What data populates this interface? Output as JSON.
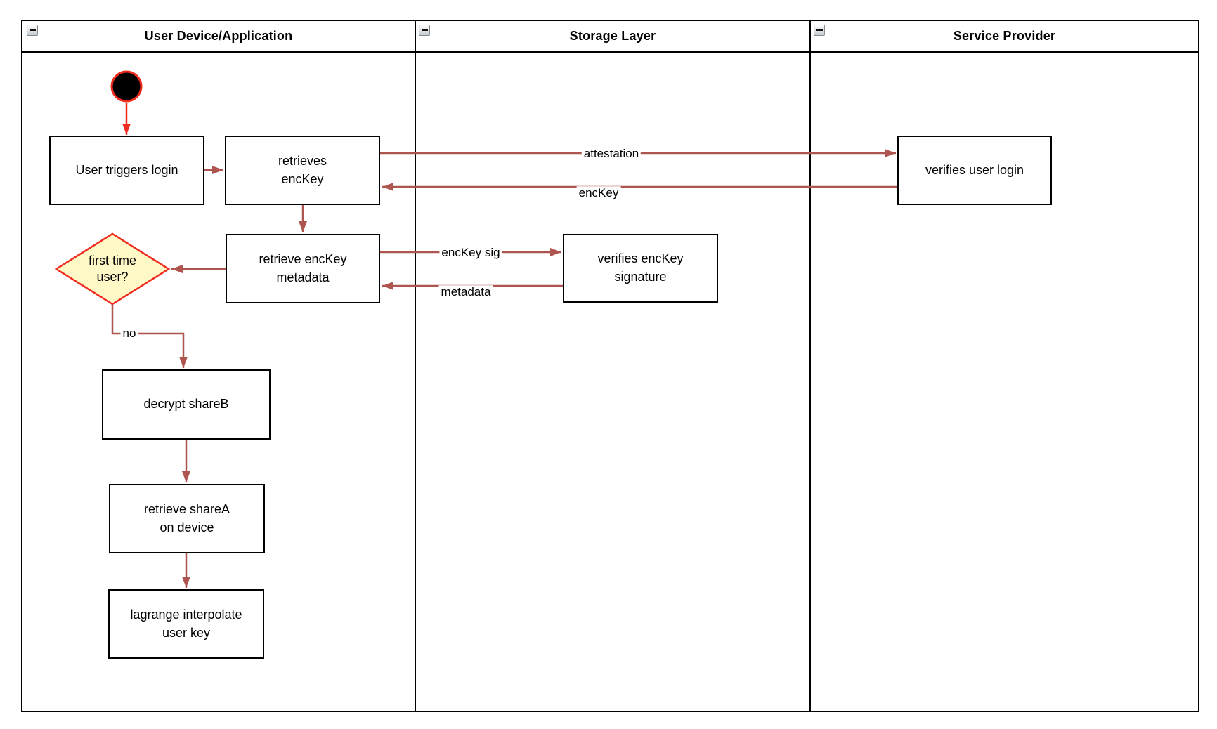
{
  "lanes": [
    {
      "title": "User Device/Application"
    },
    {
      "title": "Storage Layer"
    },
    {
      "title": "Service Provider"
    }
  ],
  "nodes": {
    "start": {
      "type": "initial-node"
    },
    "user_triggers_login": {
      "label": "User triggers login"
    },
    "retrieves_enckey": {
      "label": "retrieves\nencKey"
    },
    "retrieve_enckey_metadata": {
      "label": "retrieve encKey\nmetadata"
    },
    "first_time_user": {
      "label": "first time\nuser?"
    },
    "decrypt_shareb": {
      "label": "decrypt shareB"
    },
    "retrieve_sharea": {
      "label": "retrieve shareA\non device"
    },
    "lagrange_interpolate": {
      "label": "lagrange interpolate\nuser key"
    },
    "verifies_enckey_signature": {
      "label": "verifies encKey\nsignature"
    },
    "verifies_user_login": {
      "label": "verifies user login"
    }
  },
  "edge_labels": {
    "attestation": "attestation",
    "enckey": "encKey",
    "enckey_sig": "encKey sig",
    "metadata": "metadata",
    "no": "no"
  },
  "colors": {
    "node_border": "#000000",
    "edge_red": "#AE5550",
    "accent_red": "#F12B1E",
    "decision_fill": "#FFF9C8"
  }
}
